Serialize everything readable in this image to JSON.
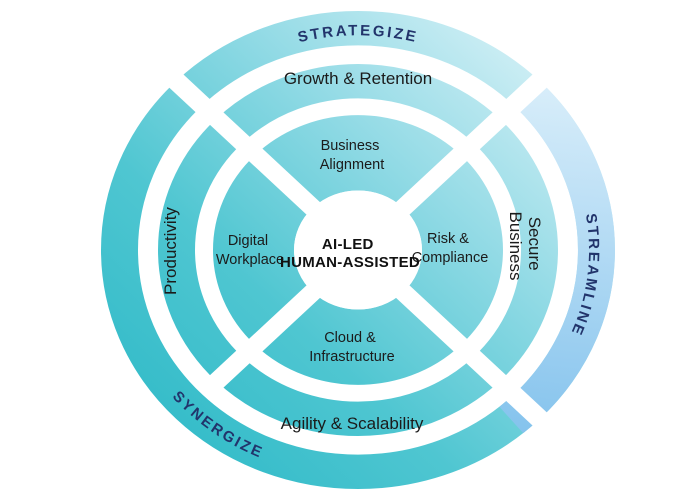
{
  "diagram": {
    "center": {
      "line1": "AI-LED",
      "line2": "HUMAN-ASSISTED"
    },
    "inner_ring": {
      "top": {
        "line1": "Business",
        "line2": "Alignment"
      },
      "right": {
        "line1": "Risk &",
        "line2": "Compliance"
      },
      "bottom": {
        "line1": "Cloud &",
        "line2": "Infrastructure"
      },
      "left": {
        "line1": "Digital",
        "line2": "Workplace"
      }
    },
    "middle_ring": {
      "top": "Growth & Retention",
      "right": {
        "line1": "Secure",
        "line2": "Business"
      },
      "bottom": "Agility & Scalability",
      "left": "Productivity"
    },
    "outer_ring": {
      "top": "STRATEGIZE",
      "right": "STREAMLINE",
      "bottom_left": "SYNERGIZE"
    },
    "colors": {
      "teal_dark": "#2ab8c6",
      "teal_mid": "#4fc6d1",
      "teal_pale": "#e7f7fb",
      "streamline_blue": "#7fc0ec",
      "streamline_blue_pale": "#d9eefa",
      "curved_text_navy": "#22346b",
      "label_black": "#1b1b1b",
      "background": "#ffffff"
    }
  }
}
